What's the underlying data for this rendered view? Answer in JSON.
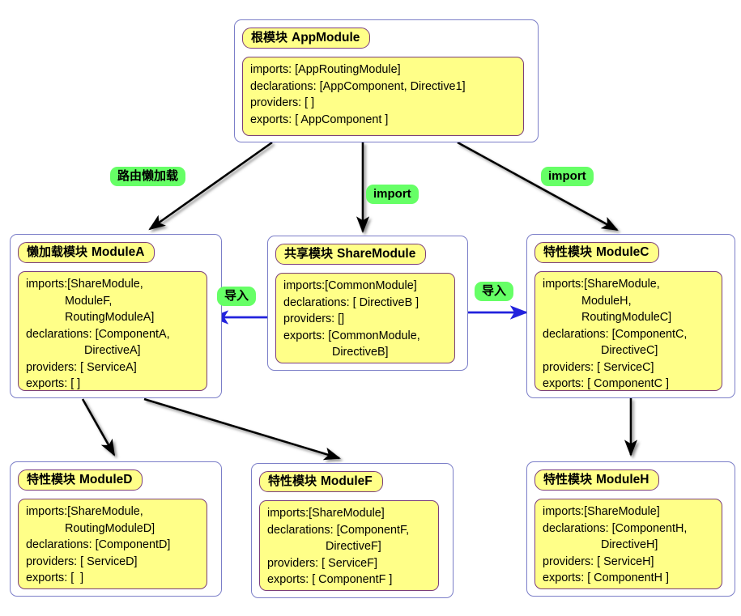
{
  "diagram": {
    "title": "Angular Module Structure Diagram",
    "colors": {
      "node_fill": "#ffff88",
      "node_border": "#7b3f7b",
      "container_border": "#7b7ec8",
      "edge_label_fill": "#66ff66",
      "arrow_black": "#000000",
      "arrow_blue": "#2222dd",
      "background": "#ffffff"
    },
    "nodes": [
      {
        "id": "app",
        "kind_label": "根模块",
        "name": "AppModule",
        "body": "imports: [AppRoutingModule]\ndeclarations: [AppComponent, Directive1]\nproviders: [ ]\nexports: [ AppComponent ]"
      },
      {
        "id": "moduleA",
        "kind_label": "懒加载模块",
        "name": "ModuleA",
        "body": "imports:[ShareModule,\n            ModuleF,\n            RoutingModuleA]\ndeclarations: [ComponentA,\n                  DirectiveA]\nproviders: [ ServiceA]\nexports: [ ]"
      },
      {
        "id": "shareModule",
        "kind_label": "共享模块",
        "name": "ShareModule",
        "body": "imports:[CommonModule]\ndeclarations: [ DirectiveB ]\nproviders: []\nexports: [CommonModule,\n               DirectiveB]"
      },
      {
        "id": "moduleC",
        "kind_label": "特性模块",
        "name": "ModuleC",
        "body": "imports:[ShareModule,\n            ModuleH,\n            RoutingModuleC]\ndeclarations: [ComponentC,\n                  DirectiveC]\nproviders: [ ServiceC]\nexports: [ ComponentC ]"
      },
      {
        "id": "moduleD",
        "kind_label": "特性模块",
        "name": "ModuleD",
        "body": "imports:[ShareModule,\n            RoutingModuleD]\ndeclarations: [ComponentD]\nproviders: [ ServiceD]\nexports: [  ]"
      },
      {
        "id": "moduleF",
        "kind_label": "特性模块",
        "name": "ModuleF",
        "body": "imports:[ShareModule]\ndeclarations: [ComponentF,\n                  DirectiveF]\nproviders: [ ServiceF]\nexports: [ ComponentF ]"
      },
      {
        "id": "moduleH",
        "kind_label": "特性模块",
        "name": "ModuleH",
        "body": "imports:[ShareModule]\ndeclarations: [ComponentH,\n                  DirectiveH]\nproviders: [ ServiceH]\nexports: [ ComponentH ]"
      }
    ],
    "edge_labels": [
      {
        "id": "lazy-load",
        "text": "路由懒加载",
        "lang": "cn"
      },
      {
        "id": "import-center",
        "text": "import",
        "lang": "en"
      },
      {
        "id": "import-right",
        "text": "import",
        "lang": "en"
      },
      {
        "id": "import-left-cn",
        "text": "导入",
        "lang": "cn"
      },
      {
        "id": "import-right-cn",
        "text": "导入",
        "lang": "cn"
      }
    ],
    "edges": [
      {
        "from": "app",
        "to": "moduleA",
        "label": "路由懒加载",
        "color": "#000000"
      },
      {
        "from": "app",
        "to": "shareModule",
        "label": "import",
        "color": "#000000"
      },
      {
        "from": "app",
        "to": "moduleC",
        "label": "import",
        "color": "#000000"
      },
      {
        "from": "shareModule",
        "to": "moduleA",
        "label": "导入",
        "color": "#2222dd"
      },
      {
        "from": "shareModule",
        "to": "moduleC",
        "label": "导入",
        "color": "#2222dd"
      },
      {
        "from": "moduleA",
        "to": "moduleD",
        "label": "",
        "color": "#000000"
      },
      {
        "from": "moduleA",
        "to": "moduleF",
        "label": "",
        "color": "#000000"
      },
      {
        "from": "moduleC",
        "to": "moduleH",
        "label": "",
        "color": "#000000"
      }
    ]
  }
}
